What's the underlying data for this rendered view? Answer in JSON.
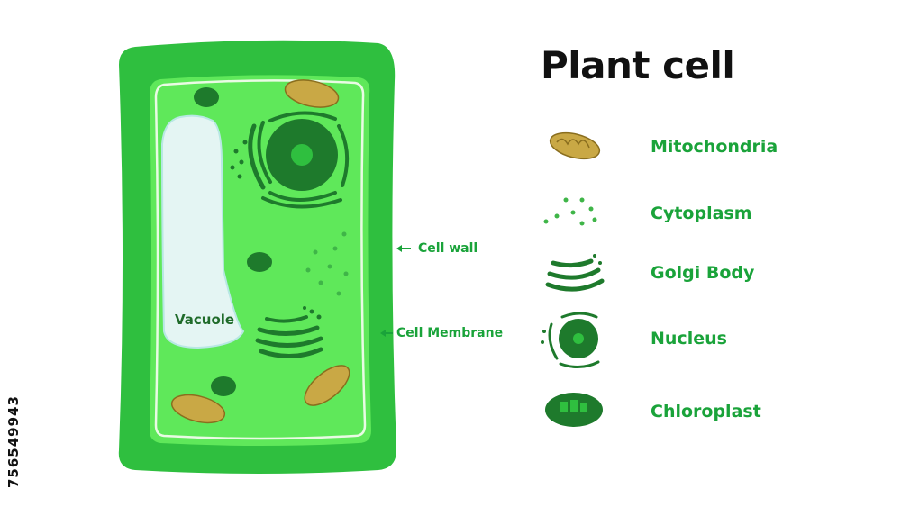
{
  "title": "Plant cell",
  "labels": {
    "vacuole": "Vacuole",
    "cell_wall": "Cell wall",
    "cell_membrane": "Cell Membrane"
  },
  "legend": [
    {
      "label": "Mitochondria",
      "icon": "mitochondria-icon"
    },
    {
      "label": "Cytoplasm",
      "icon": "cytoplasm-icon"
    },
    {
      "label": "Golgi Body",
      "icon": "golgi-body-icon"
    },
    {
      "label": "Nucleus",
      "icon": "nucleus-icon"
    },
    {
      "label": "Chloroplast",
      "icon": "chloroplast-icon"
    }
  ],
  "stock_id": "756549943",
  "colors": {
    "cell_wall": "#2fbf3f",
    "cytoplasm": "#5fe85a",
    "vacuole": "#e4f5f3",
    "mitochondria": "#c9a845",
    "organelle_dark": "#1e7a2c",
    "label_green": "#1aa33a"
  }
}
